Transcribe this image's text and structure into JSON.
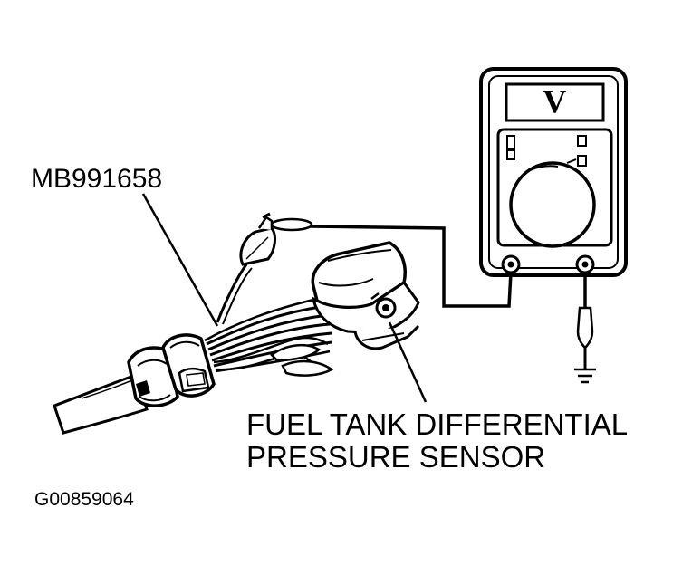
{
  "labels": {
    "tool": "MB991658",
    "sensor_line1": "FUEL TANK DIFFERENTIAL",
    "sensor_line2": "PRESSURE SENSOR",
    "figure_id": "G00859064"
  },
  "meter": {
    "display_symbol": "V"
  },
  "colors": {
    "ink": "#000000",
    "paper": "#ffffff"
  }
}
